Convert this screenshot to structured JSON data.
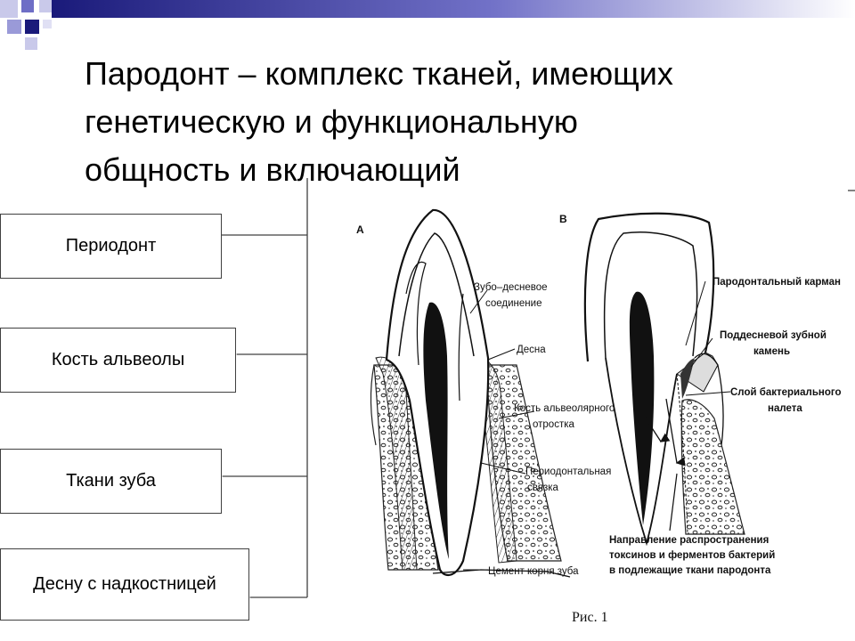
{
  "title_lines": [
    "Пародонт – комплекс тканей, имеющих",
    "генетическую и функциональную",
    "общность и включающий"
  ],
  "components": [
    "Периодонт",
    "Кость альвеолы",
    "Ткани зуба",
    "Десну с надкостницей"
  ],
  "figure": {
    "panel_a_letter": "A",
    "panel_b_letter": "B",
    "labels_a": {
      "junction_1": "Зубо–десневое",
      "junction_2": "соединение",
      "gum": "Десна",
      "bone_1": "Кость альвеолярного",
      "bone_2": "отростка",
      "ligament_1": "Периодонтальная",
      "ligament_2": "связка",
      "cement": "Цемент корня зуба"
    },
    "labels_b": {
      "pocket": "Пародонтальный карман",
      "calculus_1": "Поддесневой зубной",
      "calculus_2": "камень",
      "plaque_1": "Слой бактериального",
      "plaque_2": "налета",
      "direction_1": "Направление распространения",
      "direction_2": "токсинов и ферментов бактерий",
      "direction_3": "в подлежащие ткани пародонта"
    },
    "caption": "Рис. 1"
  },
  "colors": {
    "accent_dark": "#1a1a7a",
    "accent_mid": "#6e6ec6",
    "accent_light": "#c9c9ea",
    "box_border": "#404040",
    "ink": "#1a1a1a"
  }
}
